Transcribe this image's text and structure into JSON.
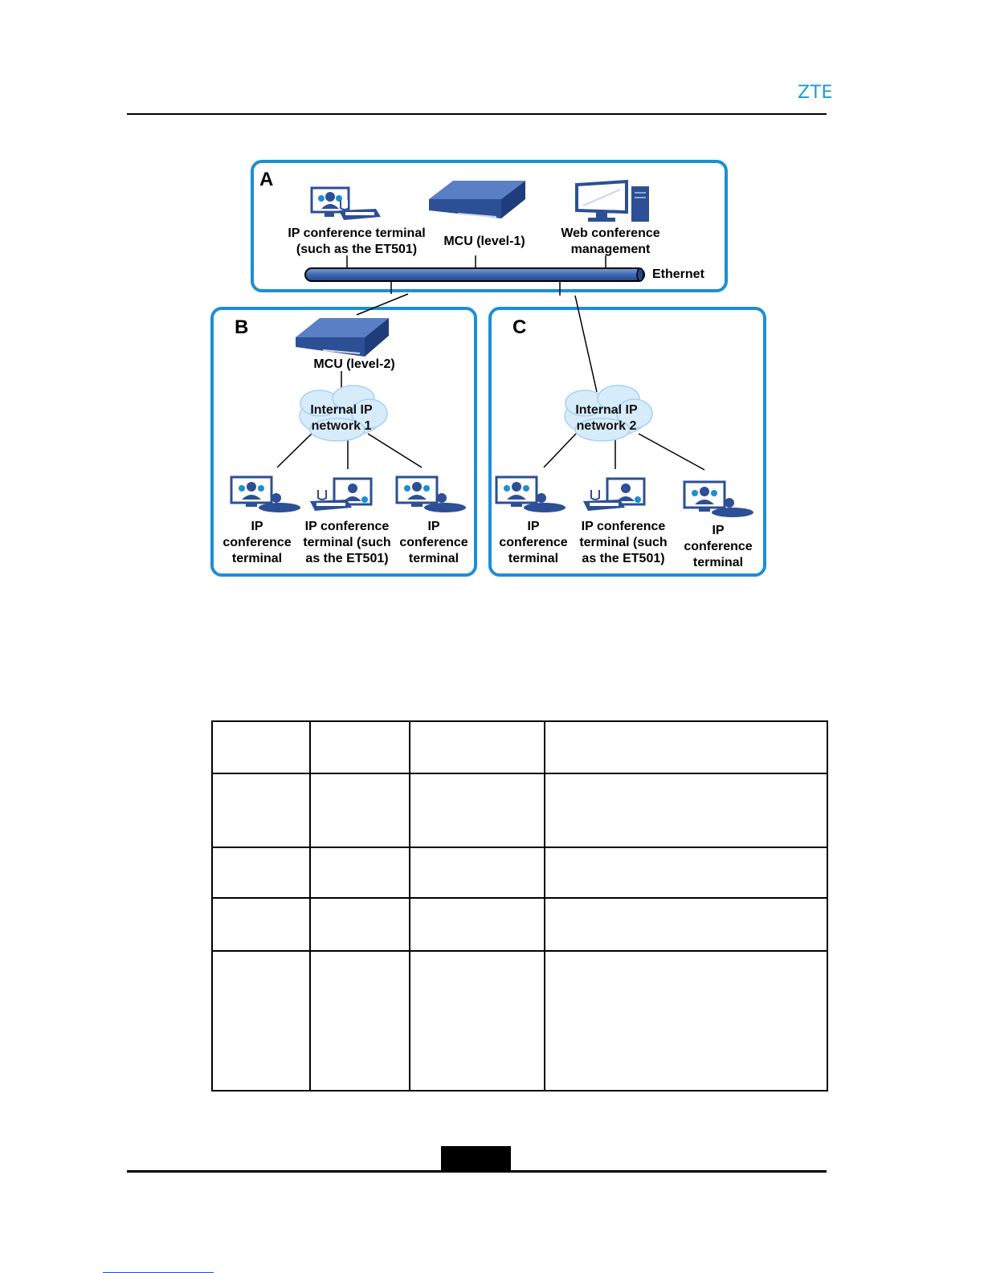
{
  "header": {
    "logo": "ZTE"
  },
  "diagram": {
    "regions": {
      "a": "A",
      "b": "B",
      "c": "C"
    },
    "region_a": {
      "terminal_line1": "IP conference terminal",
      "terminal_line2": "(such as the ET501)",
      "mcu": "MCU (level-1)",
      "web_line1": "Web conference",
      "web_line2": "management",
      "ethernet": "Ethernet"
    },
    "region_b": {
      "mcu": "MCU (level-2)",
      "cloud_line1": "Internal IP",
      "cloud_line2": "network 1",
      "t1": [
        "IP",
        "conference",
        "terminal"
      ],
      "t2": [
        "IP conference",
        "terminal (such",
        "as the ET501)"
      ],
      "t3": [
        "IP",
        "conference",
        "terminal"
      ]
    },
    "region_c": {
      "cloud_line1": "Internal IP",
      "cloud_line2": "network 2",
      "t1": [
        "IP",
        "conference",
        "terminal"
      ],
      "t2": [
        "IP conference",
        "terminal (such",
        "as the ET501)"
      ],
      "t3": [
        "IP",
        "conference",
        "terminal"
      ]
    },
    "colors": {
      "frame": "#1c8fd3",
      "device": "#2c4f96",
      "bus": "#3d68b3",
      "cloud": "#d7ecfb"
    }
  },
  "table": {
    "rows": 5,
    "cols": 4
  }
}
